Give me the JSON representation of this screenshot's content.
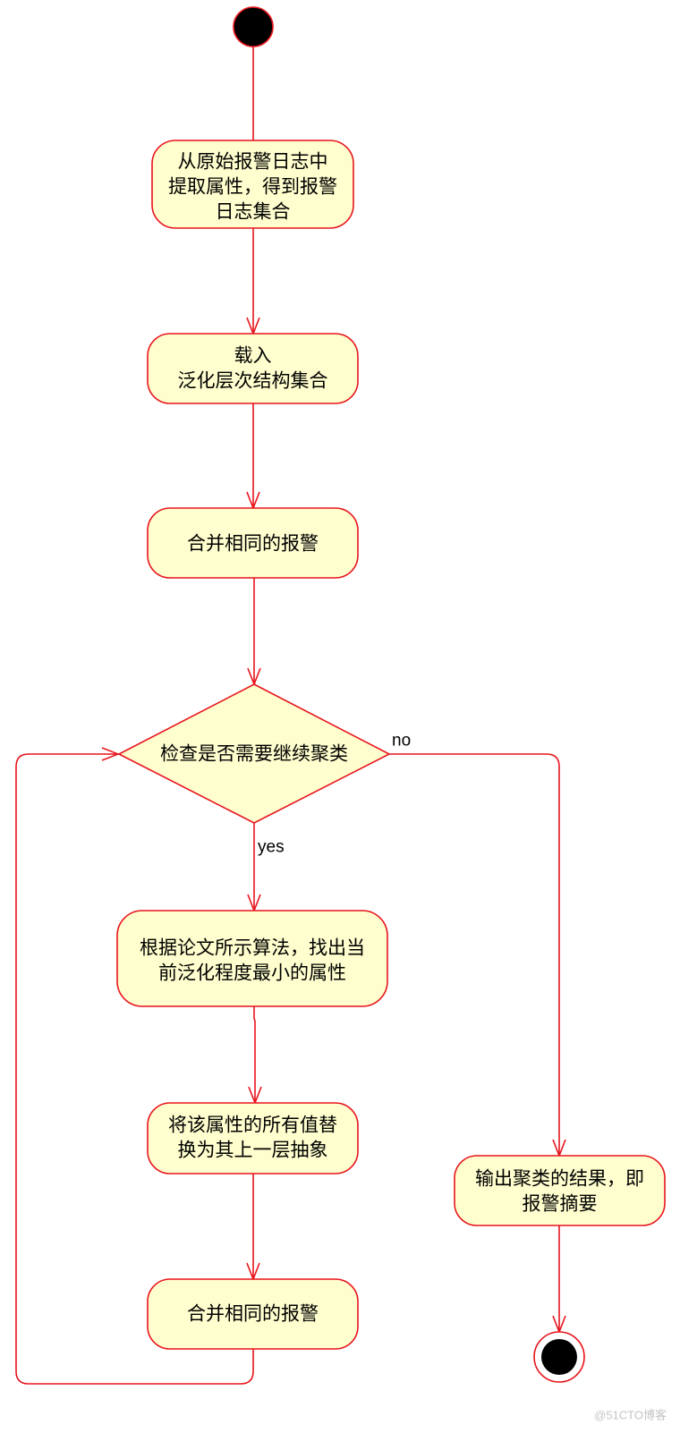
{
  "colors": {
    "border": "#e8141c",
    "fill": "#fefece",
    "text": "#000000",
    "node": "#000000",
    "watermark": "#c4c4c4"
  },
  "activities": {
    "extract": [
      "从原始报警日志中",
      "提取属性，得到报警",
      "日志集合"
    ],
    "load": [
      "载入",
      "泛化层次结构集合"
    ],
    "merge_first": [
      "合并相同的报警"
    ],
    "find_attribute": [
      "根据论文所示算法，找出当",
      "前泛化程度最小的属性"
    ],
    "replace_values": [
      "将该属性的所有值替",
      "换为其上一层抽象"
    ],
    "merge_second": [
      "合并相同的报警"
    ],
    "output": [
      "输出聚类的结果，即",
      "报警摘要"
    ]
  },
  "decision": {
    "label": "检查是否需要继续聚类",
    "yes_label": "yes",
    "no_label": "no"
  },
  "watermark": "@51CTO博客"
}
